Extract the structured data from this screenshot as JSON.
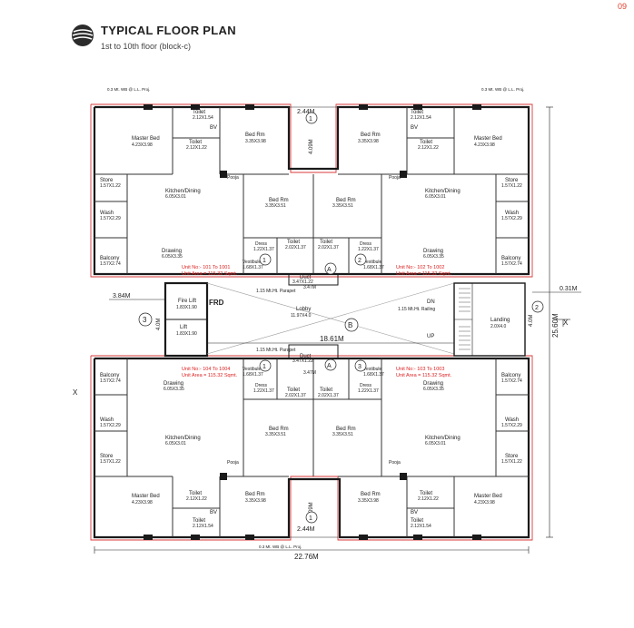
{
  "page_number": "09",
  "header": {
    "title": "TYPICAL FLOOR PLAN",
    "subtitle": "1st to 10th floor (block-c)"
  },
  "colors": {
    "wall": "#1a1a1a",
    "boundary": "#d93a3a",
    "accent": "#e1412b",
    "text": "#222222"
  },
  "dimensions": {
    "top_gap": "2.44M",
    "top_depth": "4.09M",
    "bottom_gap": "2.44M",
    "bottom_depth": "4.09M",
    "left_offset": "3.84M",
    "left_height": "4.0M",
    "right_offset": "0.31M",
    "right_height": "25.60M",
    "landing_height": "4.0M",
    "total_width": "22.76M",
    "lobby_width": "18.61M",
    "duct_width": "3.47M"
  },
  "rooms": {
    "master_bed": "Master Bed",
    "master_bed_size": "4.23X3.98",
    "toilet": "Toilet",
    "toilet_big": "2.12X1.54",
    "toilet_small": "2.12X1.22",
    "toilet_mid": "2.02X1.37",
    "bed_rm": "Bed Rm",
    "bed_rm_size": "3.35X3.98",
    "bed_rm2_size": "3.35X3.51",
    "kitchen": "Kitchen/Dining",
    "kitchen_size": "6.05X3.01",
    "drawing": "Drawing",
    "drawing_size": "6.05X3.35",
    "balcony": "Balcony",
    "balcony_size": "1.57X2.74",
    "wash": "Wash",
    "wash_size": "1.57X2.29",
    "store": "Store",
    "store_size": "1.57X1.22",
    "dress": "Dress",
    "dress_size": "1.22X1.37",
    "vestibule": "Vestibule",
    "vestibule_size": "1.68X1.37",
    "duct": "Duct",
    "duct_size": "3.47X1.22",
    "fire_lift": "Fire Lift",
    "fire_lift_size": "1.83X1.90",
    "lift": "Lift",
    "lift_size": "1.83X1.90",
    "lobby": "Lobby",
    "lobby_size": "11.97X4.0",
    "landing": "Landing",
    "landing_size": "2.0X4.0",
    "frd": "FRD",
    "puja": "Pooja",
    "bv": "BV",
    "dn": "DN",
    "up": "UP",
    "railing": "1.15 Mt.Ht. Railing",
    "parapet": "1.15 Mt.Ht. Parapet",
    "wb": "0.3 Mt. WB @ L.L. Proj."
  },
  "units": {
    "u101": "Unit No:- 101 To 1001",
    "u102": "Unit No:- 102 To 1002",
    "u103": "Unit No:- 103 To 1003",
    "u104": "Unit No:- 104 To 1004",
    "area": "Unit Area = 115.32 Sqmt."
  },
  "markers": {
    "one": "1",
    "two": "2",
    "three": "3",
    "a": "A",
    "b": "B",
    "x": "X"
  }
}
